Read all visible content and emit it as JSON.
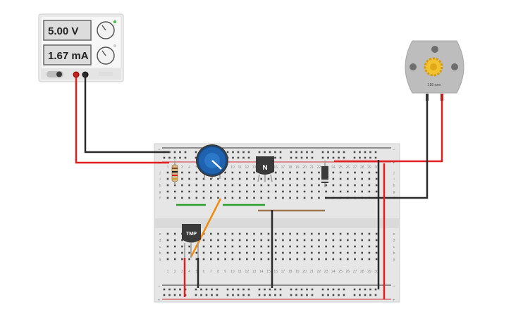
{
  "power_supply": {
    "voltage_display": "5.00 V",
    "current_display": "1.67 mA"
  },
  "motor": {
    "speed_label": "155 rpm",
    "gear_color": "#f2c230"
  },
  "breadboard": {
    "row_letters_top": [
      "j",
      "i",
      "h",
      "g",
      "f"
    ],
    "row_letters_bottom": [
      "e",
      "d",
      "c",
      "b",
      "a"
    ],
    "column_numbers": [
      "1",
      "2",
      "3",
      "4",
      "5",
      "6",
      "7",
      "8",
      "9",
      "10",
      "11",
      "12",
      "13",
      "14",
      "15",
      "16",
      "17",
      "18",
      "19",
      "20",
      "21",
      "22",
      "23",
      "24",
      "25",
      "26",
      "27",
      "28",
      "29",
      "30"
    ],
    "rail_plus": "+",
    "rail_minus": "−"
  },
  "components": {
    "transistor_label": "N",
    "temp_sensor_label": "TMP"
  },
  "colors": {
    "wire_red": "#e02020",
    "wire_black": "#2a2a2a",
    "wire_green": "#2ea02e",
    "wire_orange": "#f08a10",
    "wire_brown": "#a07850",
    "pot_blue": "#1f63b0"
  }
}
